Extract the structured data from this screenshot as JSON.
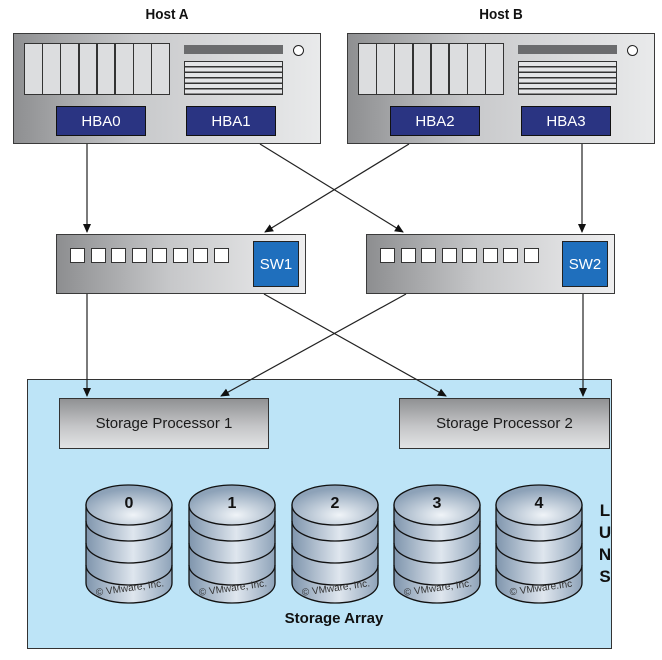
{
  "hosts": [
    {
      "title": "Host A",
      "hbas": [
        "HBA0",
        "HBA1"
      ]
    },
    {
      "title": "Host B",
      "hbas": [
        "HBA2",
        "HBA3"
      ]
    }
  ],
  "switches": [
    {
      "label": "SW1",
      "port_count": 8
    },
    {
      "label": "SW2",
      "port_count": 8
    }
  ],
  "storage_array": {
    "title": "Storage Array",
    "processors": [
      "Storage Processor 1",
      "Storage Processor 2"
    ],
    "luns_label": [
      "L",
      "U",
      "N",
      "S"
    ],
    "luns": [
      {
        "id": "0",
        "copyright": "© VMware, Inc."
      },
      {
        "id": "1",
        "copyright": "© VMware, Inc."
      },
      {
        "id": "2",
        "copyright": "© VMware, Inc."
      },
      {
        "id": "3",
        "copyright": "© VMware, Inc."
      },
      {
        "id": "4",
        "copyright": "© VMware.Inc"
      }
    ]
  },
  "connections": [
    {
      "from": "HBA0",
      "to": "SW1"
    },
    {
      "from": "HBA1",
      "to": "SW2"
    },
    {
      "from": "HBA2",
      "to": "SW1"
    },
    {
      "from": "HBA3",
      "to": "SW2"
    },
    {
      "from": "SW1",
      "to": "Storage Processor 1"
    },
    {
      "from": "SW1",
      "to": "Storage Processor 2"
    },
    {
      "from": "SW2",
      "to": "Storage Processor 1"
    },
    {
      "from": "SW2",
      "to": "Storage Processor 2"
    }
  ],
  "colors": {
    "hba": "#2a3482",
    "switch_label": "#1f6fbd",
    "array_background": "#bde4f7"
  }
}
